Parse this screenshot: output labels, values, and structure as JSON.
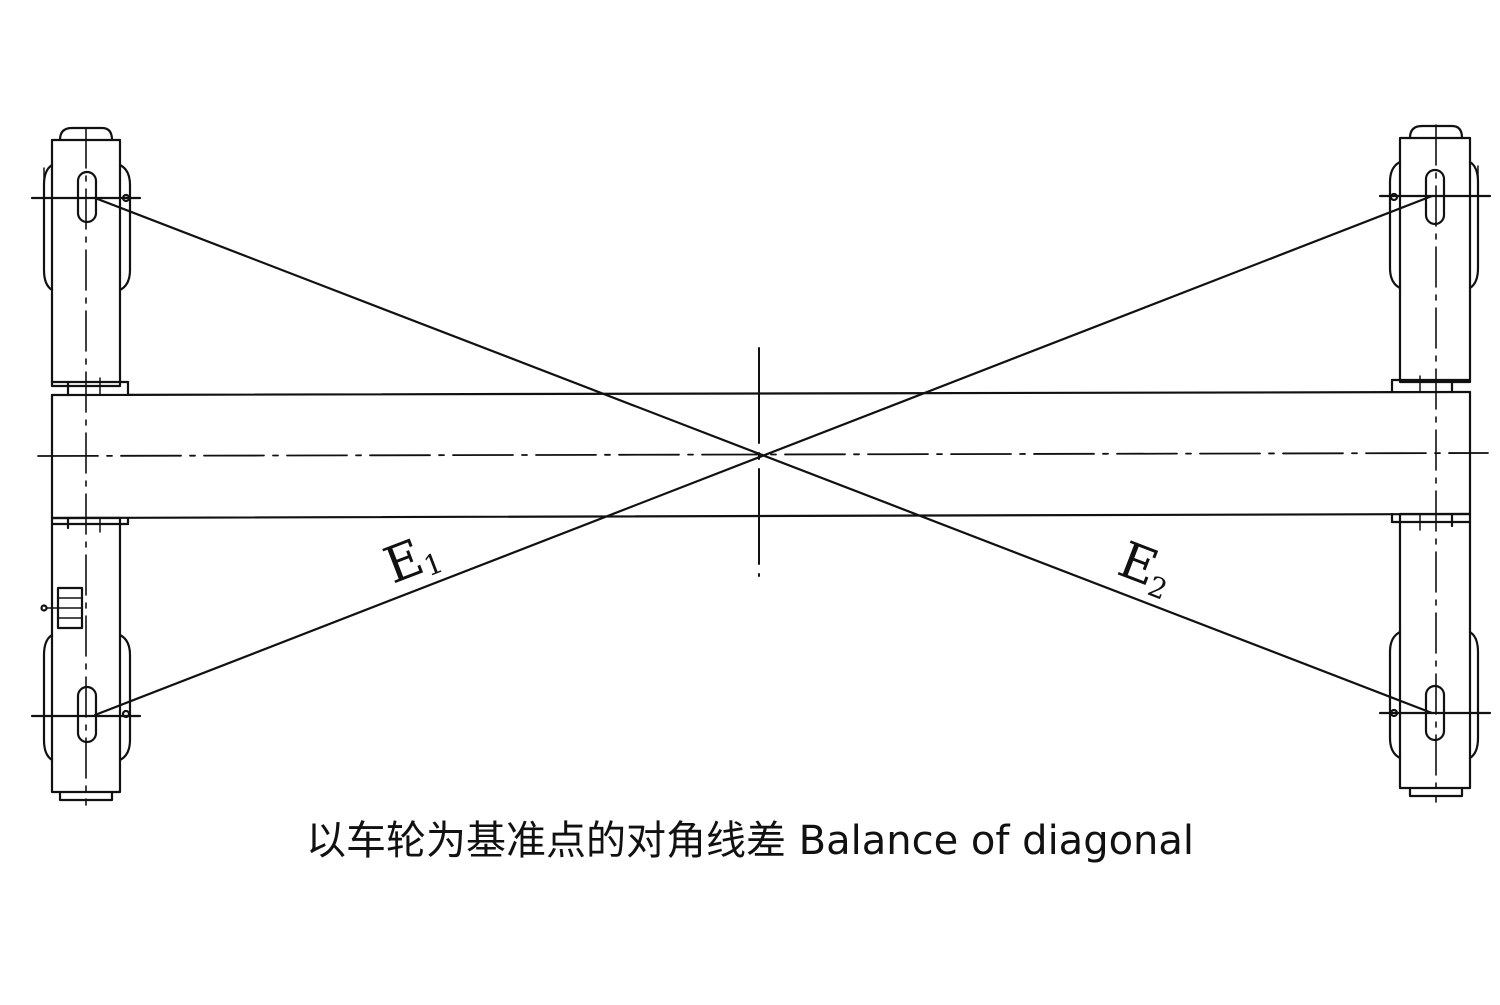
{
  "labels": {
    "e1": {
      "main": "E",
      "sub": "1"
    },
    "e2": {
      "main": "E",
      "sub": "2"
    }
  },
  "caption": "以车轮为基准点的对角线差 Balance of diagonal",
  "colors": {
    "line": "#111111",
    "background": "#ffffff"
  }
}
